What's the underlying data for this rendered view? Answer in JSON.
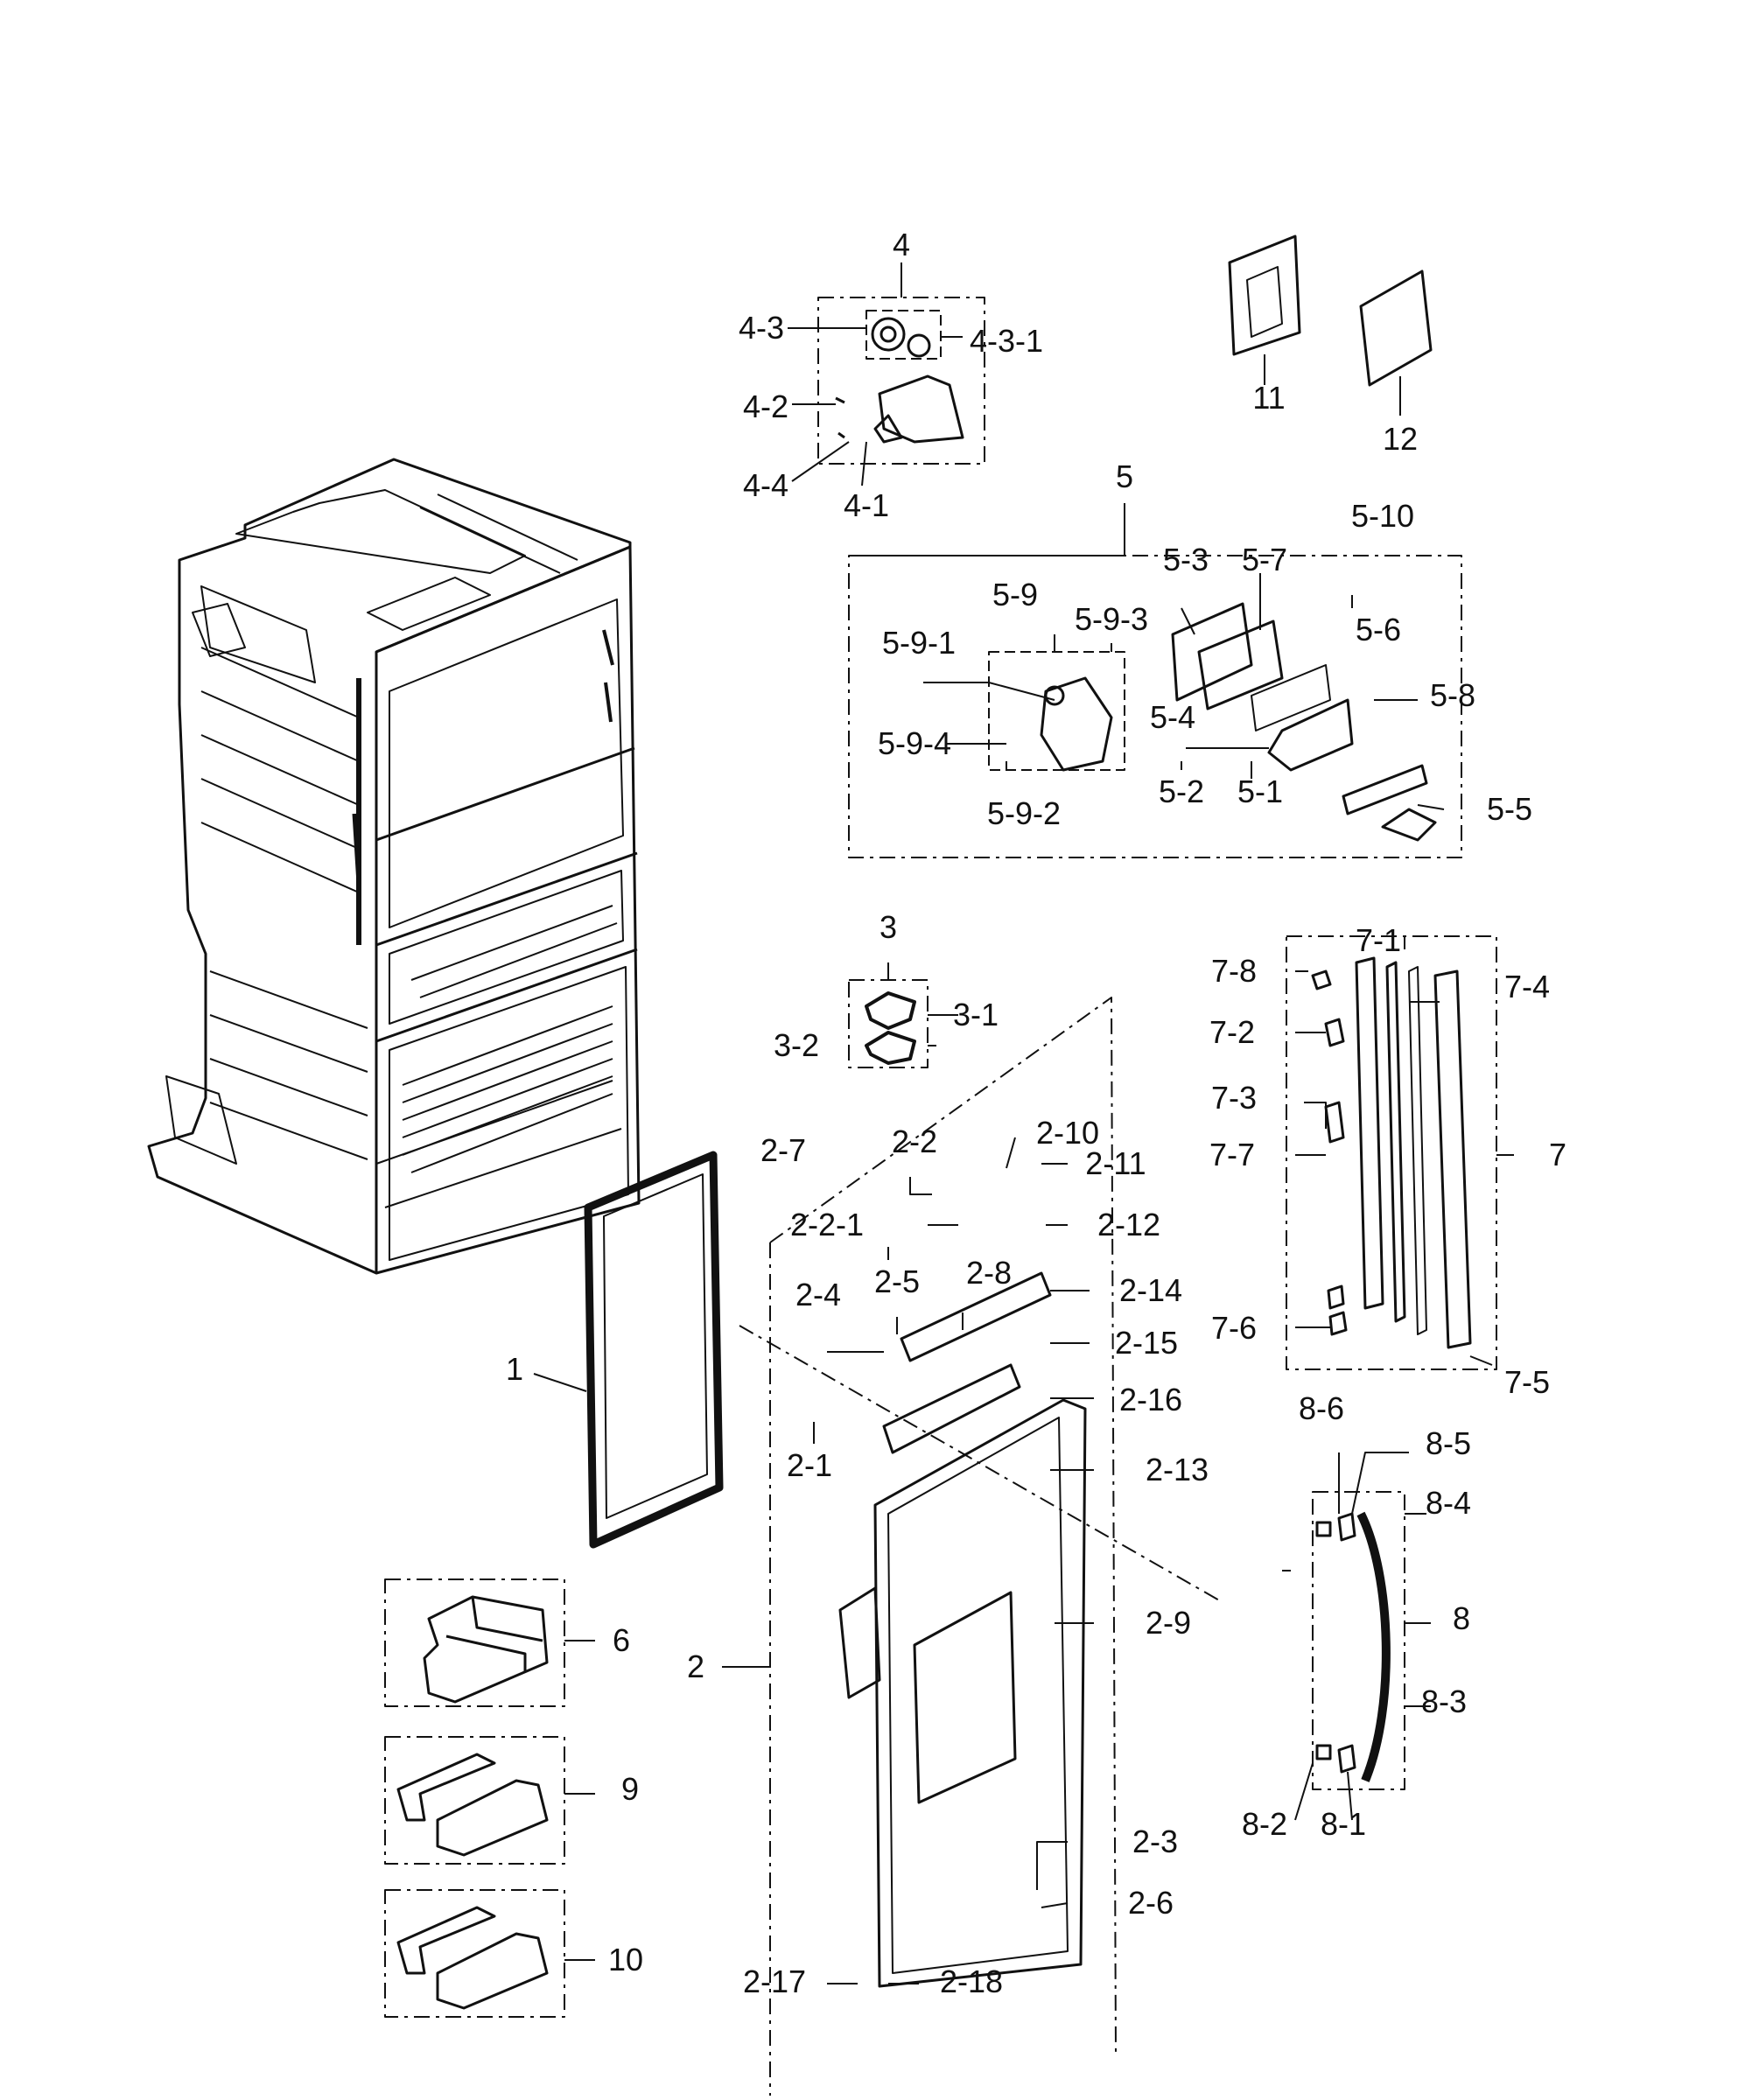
{
  "colors": {
    "ink": "#111111",
    "background": "#ffffff"
  },
  "callouts": [
    {
      "id": "1",
      "text": "1"
    },
    {
      "id": "2",
      "text": "2"
    },
    {
      "id": "2-1",
      "text": "2-1"
    },
    {
      "id": "2-2",
      "text": "2-2"
    },
    {
      "id": "2-2-1",
      "text": "2-2-1"
    },
    {
      "id": "2-3",
      "text": "2-3"
    },
    {
      "id": "2-4",
      "text": "2-4"
    },
    {
      "id": "2-5",
      "text": "2-5"
    },
    {
      "id": "2-6",
      "text": "2-6"
    },
    {
      "id": "2-7",
      "text": "2-7"
    },
    {
      "id": "2-8",
      "text": "2-8"
    },
    {
      "id": "2-9",
      "text": "2-9"
    },
    {
      "id": "2-10",
      "text": "2-10"
    },
    {
      "id": "2-11",
      "text": "2-11"
    },
    {
      "id": "2-12",
      "text": "2-12"
    },
    {
      "id": "2-13",
      "text": "2-13"
    },
    {
      "id": "2-14",
      "text": "2-14"
    },
    {
      "id": "2-15",
      "text": "2-15"
    },
    {
      "id": "2-16",
      "text": "2-16"
    },
    {
      "id": "2-17",
      "text": "2-17"
    },
    {
      "id": "2-18",
      "text": "2-18"
    },
    {
      "id": "3",
      "text": "3"
    },
    {
      "id": "3-1",
      "text": "3-1"
    },
    {
      "id": "3-2",
      "text": "3-2"
    },
    {
      "id": "4",
      "text": "4"
    },
    {
      "id": "4-1",
      "text": "4-1"
    },
    {
      "id": "4-2",
      "text": "4-2"
    },
    {
      "id": "4-3",
      "text": "4-3"
    },
    {
      "id": "4-3-1",
      "text": "4-3-1"
    },
    {
      "id": "4-4",
      "text": "4-4"
    },
    {
      "id": "5",
      "text": "5"
    },
    {
      "id": "5-1",
      "text": "5-1"
    },
    {
      "id": "5-2",
      "text": "5-2"
    },
    {
      "id": "5-3",
      "text": "5-3"
    },
    {
      "id": "5-4",
      "text": "5-4"
    },
    {
      "id": "5-5",
      "text": "5-5"
    },
    {
      "id": "5-6",
      "text": "5-6"
    },
    {
      "id": "5-7",
      "text": "5-7"
    },
    {
      "id": "5-8",
      "text": "5-8"
    },
    {
      "id": "5-9",
      "text": "5-9"
    },
    {
      "id": "5-9-1",
      "text": "5-9-1"
    },
    {
      "id": "5-9-2",
      "text": "5-9-2"
    },
    {
      "id": "5-9-3",
      "text": "5-9-3"
    },
    {
      "id": "5-9-4",
      "text": "5-9-4"
    },
    {
      "id": "5-10",
      "text": "5-10"
    },
    {
      "id": "6",
      "text": "6"
    },
    {
      "id": "7",
      "text": "7"
    },
    {
      "id": "7-1",
      "text": "7-1"
    },
    {
      "id": "7-2",
      "text": "7-2"
    },
    {
      "id": "7-3",
      "text": "7-3"
    },
    {
      "id": "7-4",
      "text": "7-4"
    },
    {
      "id": "7-5",
      "text": "7-5"
    },
    {
      "id": "7-6",
      "text": "7-6"
    },
    {
      "id": "7-7",
      "text": "7-7"
    },
    {
      "id": "7-8",
      "text": "7-8"
    },
    {
      "id": "8",
      "text": "8"
    },
    {
      "id": "8-1",
      "text": "8-1"
    },
    {
      "id": "8-2",
      "text": "8-2"
    },
    {
      "id": "8-3",
      "text": "8-3"
    },
    {
      "id": "8-4",
      "text": "8-4"
    },
    {
      "id": "8-5",
      "text": "8-5"
    },
    {
      "id": "8-6",
      "text": "8-6"
    },
    {
      "id": "9",
      "text": "9"
    },
    {
      "id": "10",
      "text": "10"
    },
    {
      "id": "11",
      "text": "11"
    },
    {
      "id": "12",
      "text": "12"
    }
  ]
}
